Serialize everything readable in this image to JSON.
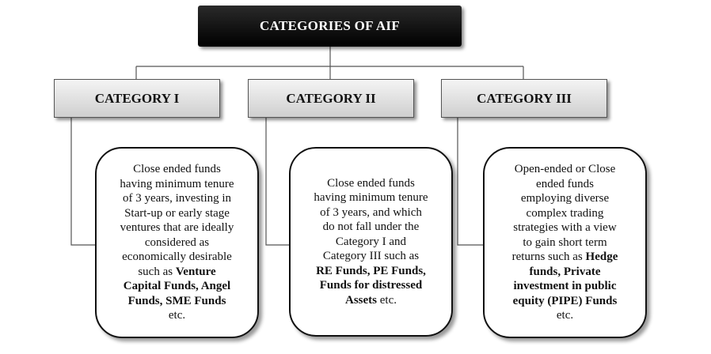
{
  "title": "CATEGORIES OF AIF",
  "categories": [
    {
      "label": "CATEGORY I",
      "description": [
        [
          {
            "t": "Close ended funds"
          }
        ],
        [
          {
            "t": "having minimum tenure"
          }
        ],
        [
          {
            "t": "of 3 years, investing in"
          }
        ],
        [
          {
            "t": "Start-up or early stage"
          }
        ],
        [
          {
            "t": "ventures that are ideally"
          }
        ],
        [
          {
            "t": "considered as"
          }
        ],
        [
          {
            "t": "economically desirable"
          }
        ],
        [
          {
            "t": "such as "
          },
          {
            "t": "Venture",
            "b": true
          }
        ],
        [
          {
            "t": "Capital Funds, Angel",
            "b": true
          }
        ],
        [
          {
            "t": "Funds, SME Funds",
            "b": true
          }
        ],
        [
          {
            "t": "etc."
          }
        ]
      ]
    },
    {
      "label": "CATEGORY II",
      "description": [
        [
          {
            "t": "Close ended funds"
          }
        ],
        [
          {
            "t": "having minimum tenure"
          }
        ],
        [
          {
            "t": "of 3 years, and which"
          }
        ],
        [
          {
            "t": "do not fall under the"
          }
        ],
        [
          {
            "t": "Category I and"
          }
        ],
        [
          {
            "t": "Category III such as"
          }
        ],
        [
          {
            "t": "RE Funds, PE Funds,",
            "b": true
          }
        ],
        [
          {
            "t": "Funds for distressed",
            "b": true
          }
        ],
        [
          {
            "t": "Assets",
            "b": true
          },
          {
            "t": " etc."
          }
        ]
      ]
    },
    {
      "label": "CATEGORY III",
      "description": [
        [
          {
            "t": "Open-ended or Close"
          }
        ],
        [
          {
            "t": "ended funds"
          }
        ],
        [
          {
            "t": "employing diverse"
          }
        ],
        [
          {
            "t": "complex trading"
          }
        ],
        [
          {
            "t": "strategies with a view"
          }
        ],
        [
          {
            "t": "to gain short term"
          }
        ],
        [
          {
            "t": "returns such as "
          },
          {
            "t": "Hedge",
            "b": true
          }
        ],
        [
          {
            "t": "funds, Private",
            "b": true
          }
        ],
        [
          {
            "t": "investment in public",
            "b": true
          }
        ],
        [
          {
            "t": "equity (PIPE) Funds",
            "b": true
          }
        ],
        [
          {
            "t": "etc."
          }
        ]
      ]
    }
  ]
}
